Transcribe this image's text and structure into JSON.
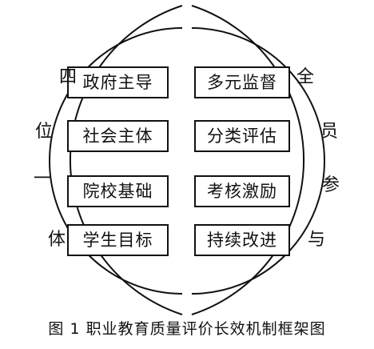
{
  "diagram": {
    "left_boxes": [
      "政府主导",
      "社会主体",
      "院校基础",
      "学生目标"
    ],
    "right_boxes": [
      "多元监督",
      "分类评估",
      "考核激励",
      "持续改进"
    ],
    "left_vertical_text": [
      "四",
      "位",
      "一",
      "体"
    ],
    "right_vertical_text": [
      "全",
      "员",
      "参",
      "与"
    ],
    "caption": "图 1  职业教育质量评价长效机制框架图"
  }
}
